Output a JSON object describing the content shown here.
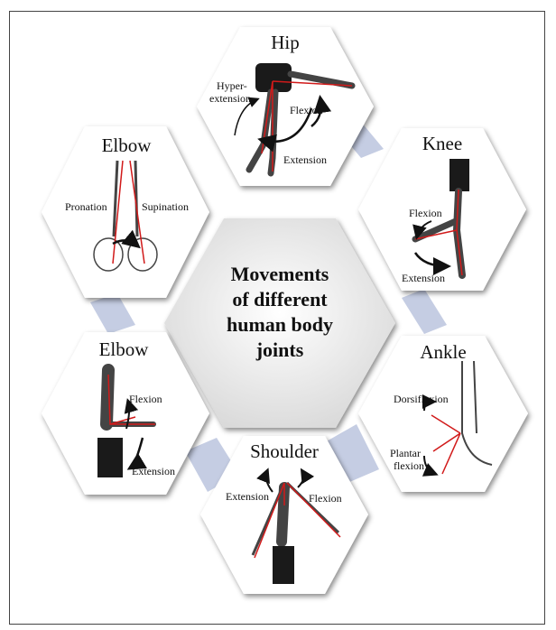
{
  "diagram": {
    "center_title_lines": [
      "Movements",
      "of different",
      "human body",
      "joints"
    ],
    "panels": {
      "hip": {
        "title": "Hip",
        "labels": [
          "Hyper-",
          "extension",
          "Flexion",
          "Extension"
        ]
      },
      "knee": {
        "title": "Knee",
        "labels": [
          "Flexion",
          "Extension"
        ]
      },
      "elbow_top": {
        "title": "Elbow",
        "labels": [
          "Pronation",
          "Supination"
        ]
      },
      "elbow_bottom": {
        "title": "Elbow",
        "labels": [
          "Flexion",
          "Extension"
        ]
      },
      "ankle": {
        "title": "Ankle",
        "labels": [
          "Dorsiflexion",
          "Plantar",
          "flexion"
        ]
      },
      "shoulder": {
        "title": "Shoulder",
        "labels": [
          "Extension",
          "Flexion"
        ]
      }
    },
    "colors": {
      "connector": "#c5cde3",
      "hex_fill": "#ffffff",
      "hex_shadow": "#9a9a9a",
      "center_fill": "#e9e9e9",
      "skeleton_line": "#d11a1a",
      "limb_outline": "#444444",
      "shorts": "#1a1a1a"
    }
  }
}
